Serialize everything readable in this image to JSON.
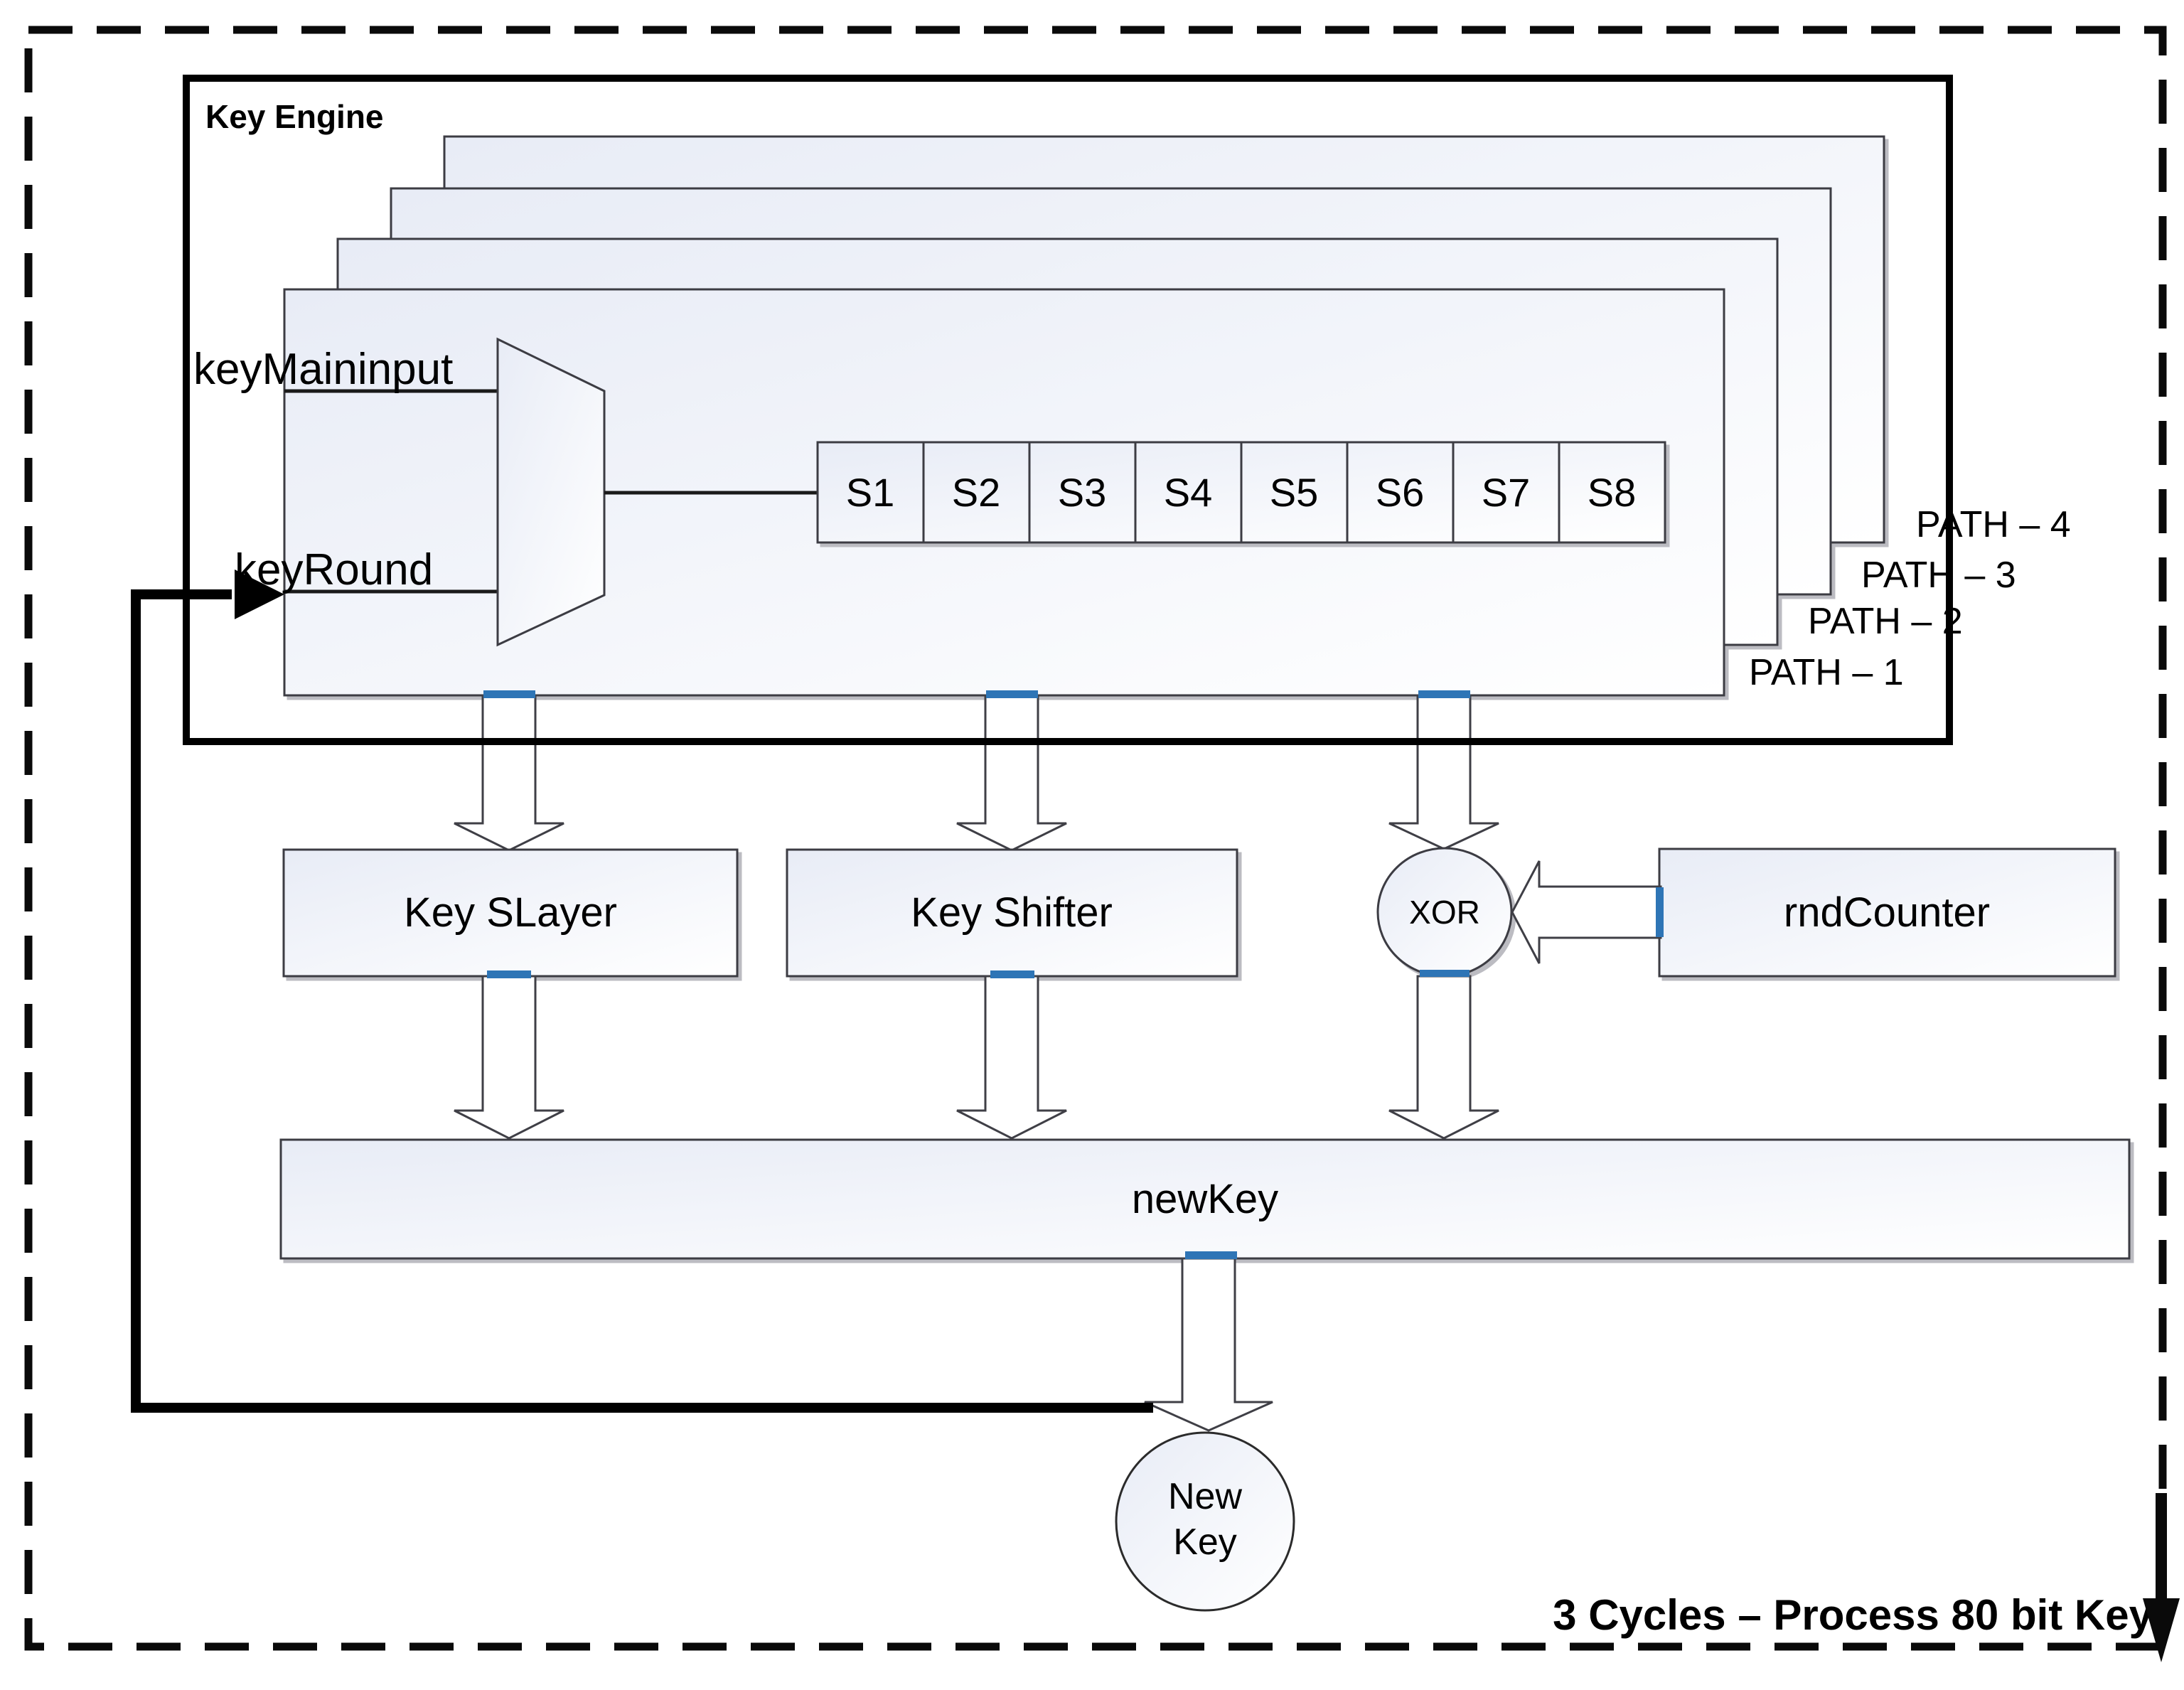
{
  "colors": {
    "connector_blue": "#2e75b6",
    "box_border": "#3c3c43",
    "fill_top": "#e8ecf6",
    "fill_bottom": "#ffffff",
    "line": "#111111"
  },
  "engine": {
    "title": "Key Engine",
    "input_main": "keyMaininput",
    "input_round": "keyRound",
    "sboxes": [
      "S1",
      "S2",
      "S3",
      "S4",
      "S5",
      "S6",
      "S7",
      "S8"
    ],
    "path_labels": [
      "PATH – 1",
      "PATH – 2",
      "PATH – 3",
      "PATH – 4"
    ]
  },
  "blocks": {
    "key_slayer": "Key SLayer",
    "key_shifter": "Key Shifter",
    "xor": "XOR",
    "rnd_counter": "rndCounter",
    "new_key": "newKey",
    "new_key_out": {
      "line1": "New",
      "line2": "Key"
    }
  },
  "footer": {
    "cycles_label": "3 Cycles – Process 80 bit Key"
  }
}
